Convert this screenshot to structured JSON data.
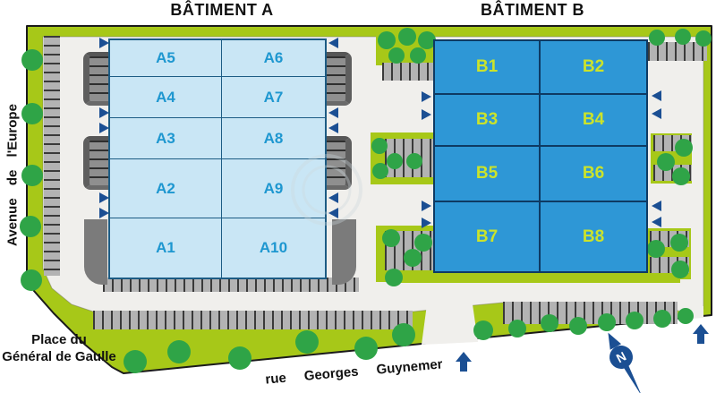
{
  "titles": {
    "building_a": "BÂTIMENT A",
    "building_b": "BÂTIMENT B"
  },
  "streets": {
    "avenue": "Avenue de l'Europe",
    "place_line1": "Place du",
    "place_line2": "Général de Gaulle",
    "rue": "rue Georges Guynemer"
  },
  "buildings": {
    "a_units": [
      "A5",
      "A6",
      "A4",
      "A7",
      "A3",
      "A8",
      "A2",
      "A9",
      "A1",
      "A10"
    ],
    "b_units": [
      "B1",
      "B2",
      "B3",
      "B4",
      "B5",
      "B6",
      "B7",
      "B8"
    ]
  },
  "compass": {
    "north_label": "N"
  },
  "legend_colors": {
    "site_green": "#a7c818",
    "tree_green": "#2fa447",
    "navy": "#1b4f93",
    "bldg_a_fill": "#c9e6f5",
    "bldg_a_line": "#1d5c84",
    "bldg_a_label": "#1e97d0",
    "bldg_b_fill": "#2e97d6",
    "bldg_b_line": "#0e3a63",
    "bldg_b_label": "#cbe32b",
    "parking_gray": "#b3b3b3",
    "paving": "#f0efec"
  }
}
